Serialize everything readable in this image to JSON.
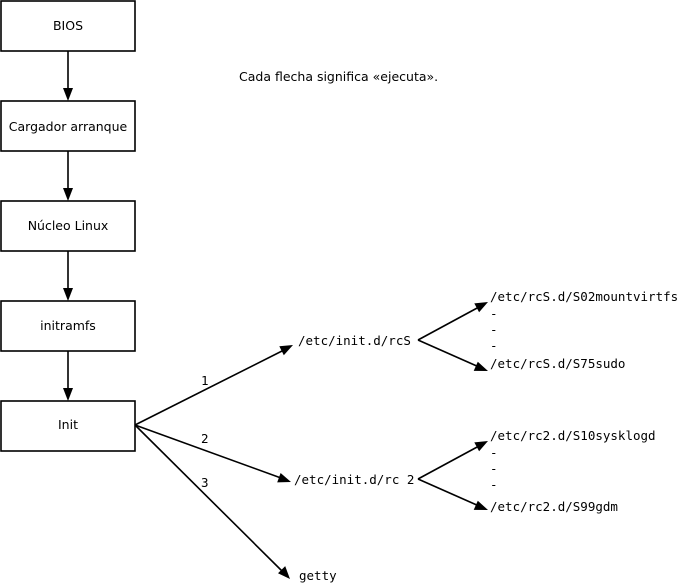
{
  "boot_chain": [
    {
      "id": "bios",
      "label": "BIOS"
    },
    {
      "id": "bootloader",
      "label": "Cargador arranque"
    },
    {
      "id": "kernel",
      "label": "Núcleo Linux"
    },
    {
      "id": "initramfs",
      "label": "initramfs"
    },
    {
      "id": "init",
      "label": "Init"
    }
  ],
  "note": "Cada flecha significa «ejecuta».",
  "branches": {
    "rcs": {
      "order": "1",
      "script": "/etc/init.d/rcS",
      "first": "/etc/rcS.d/S02mountvirtfs",
      "last": "/etc/rcS.d/S75sudo"
    },
    "rc2": {
      "order": "2",
      "script": "/etc/init.d/rc 2",
      "first": "/etc/rc2.d/S10sysklogd",
      "last": "/etc/rc2.d/S99gdm"
    },
    "getty": {
      "order": "3",
      "script": "getty"
    }
  },
  "ellipsis": "-",
  "colors": {
    "stroke": "#000000",
    "background": "#ffffff"
  }
}
